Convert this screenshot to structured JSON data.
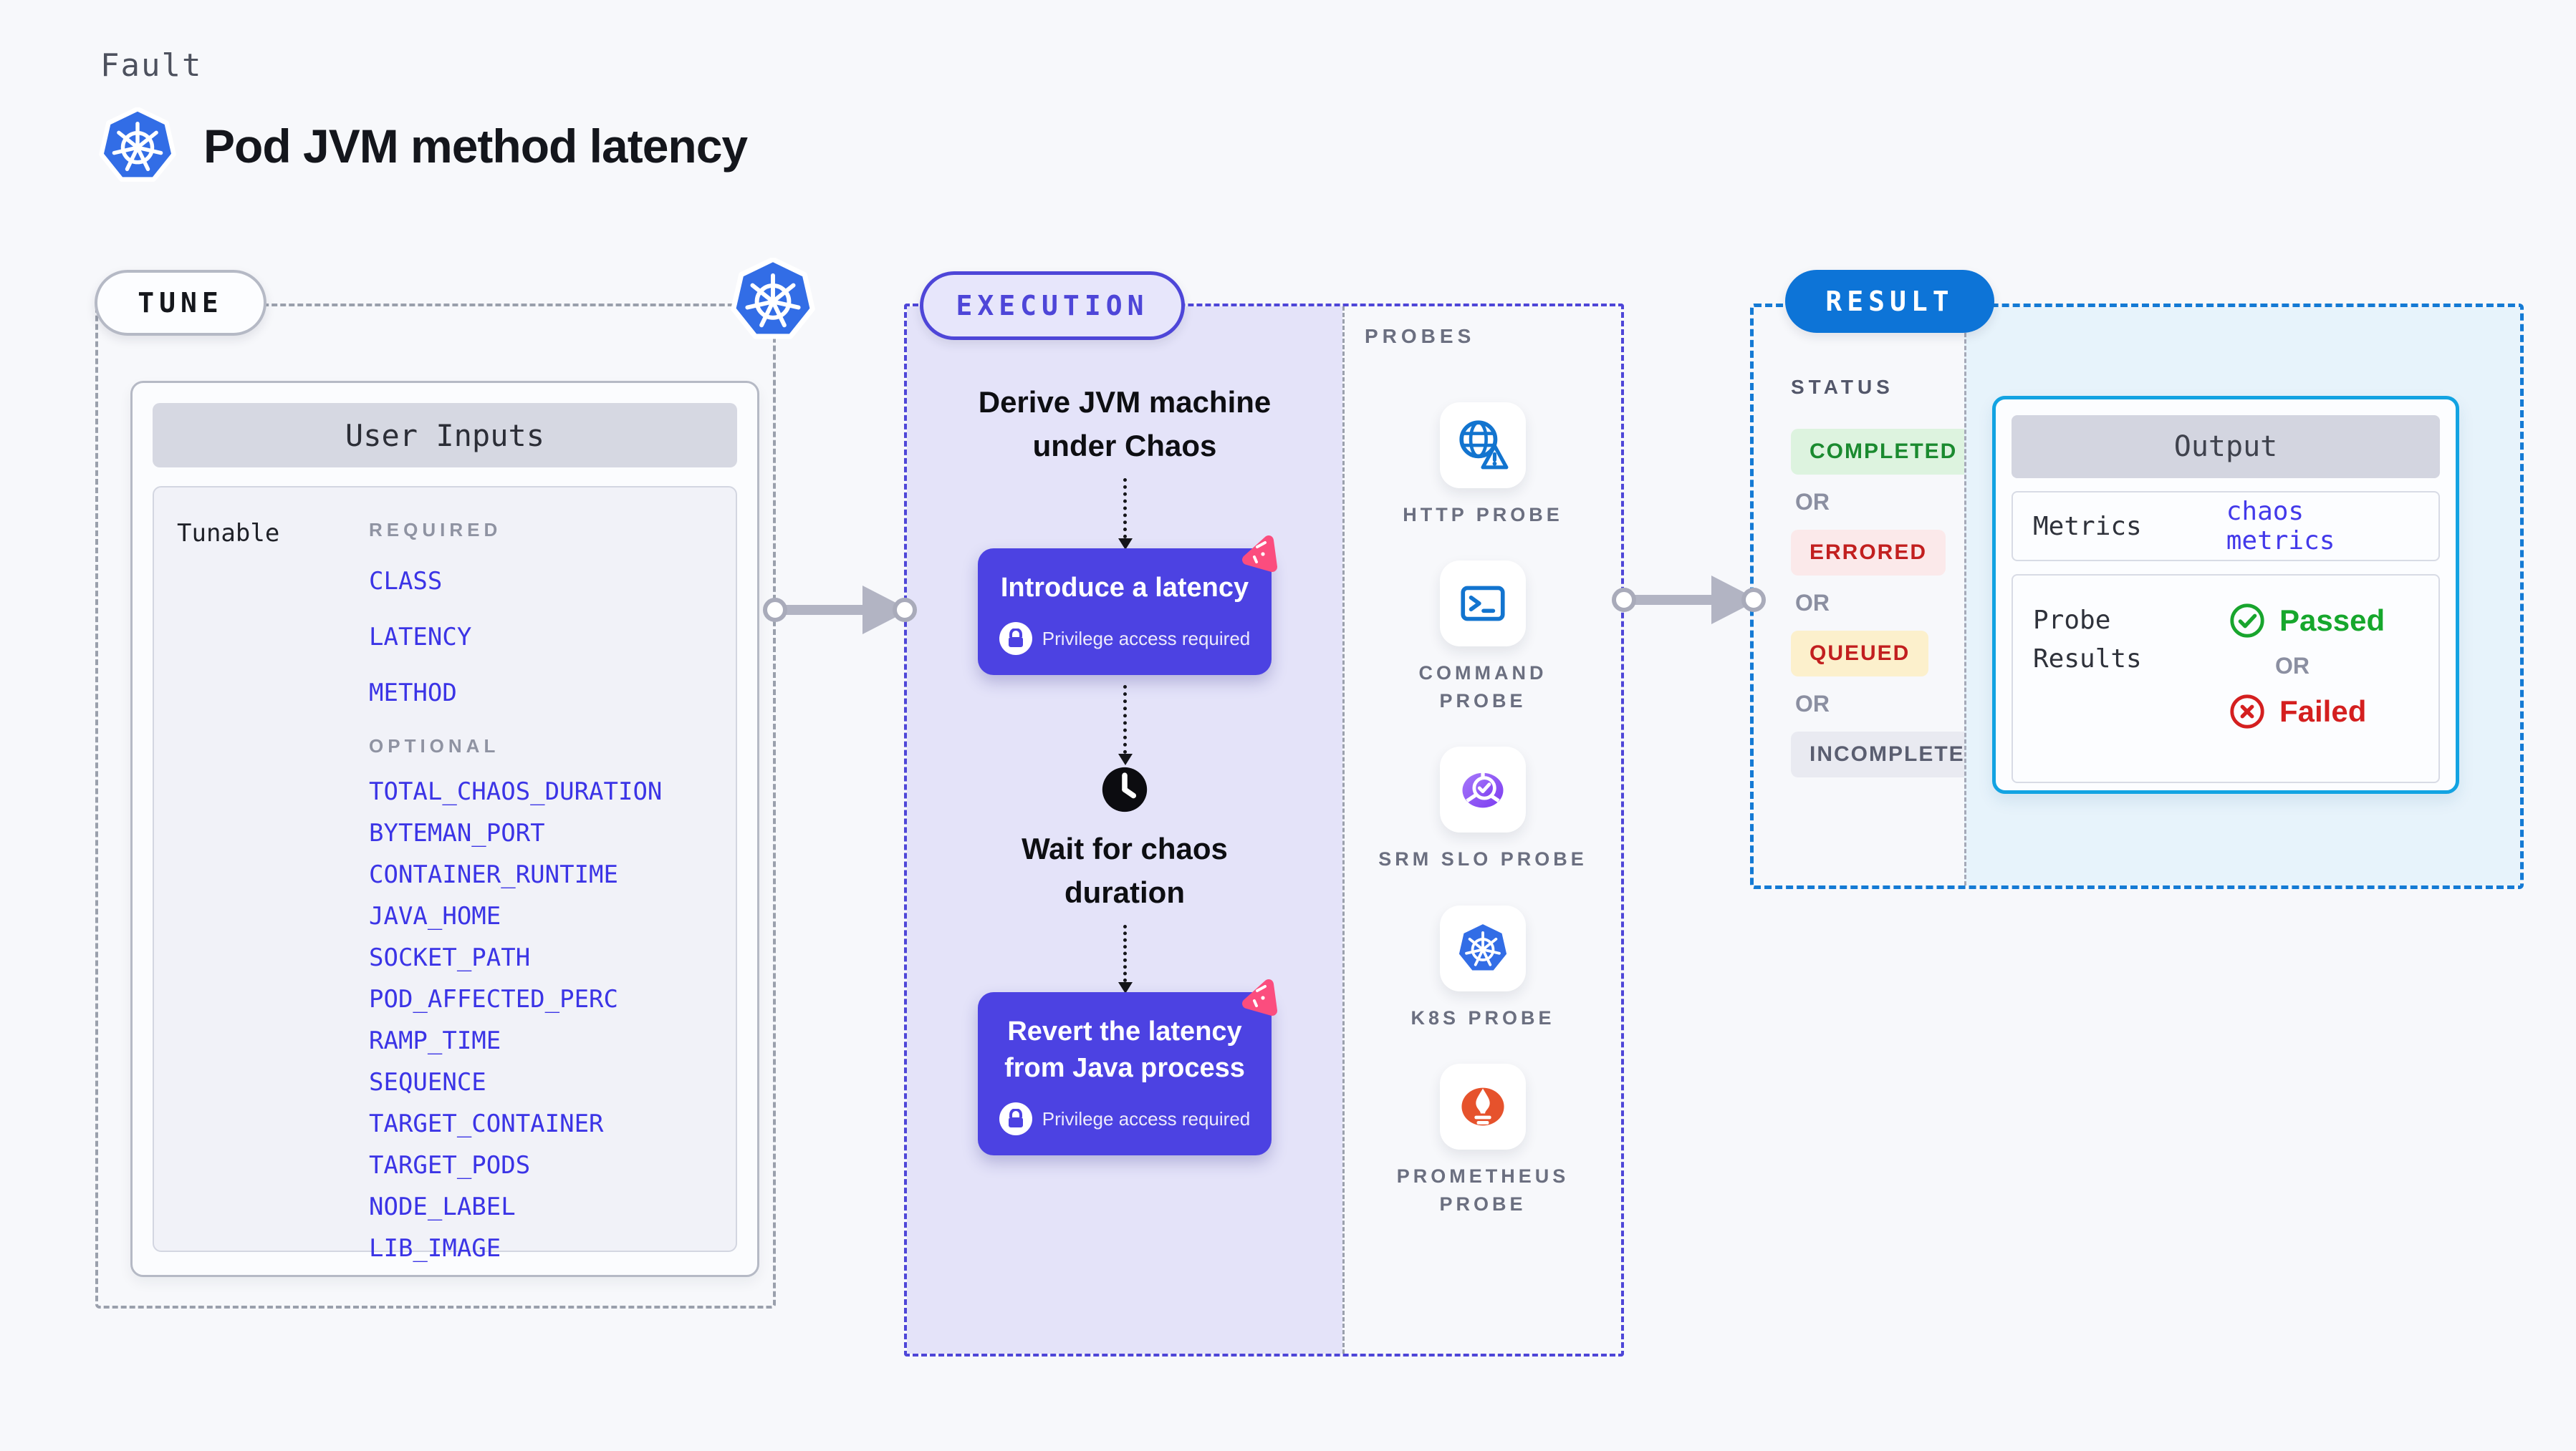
{
  "header": {
    "category_label": "Fault",
    "title": "Pod JVM method latency",
    "icon": "kubernetes-icon"
  },
  "tune": {
    "pill_label": "TUNE",
    "user_inputs_header": "User Inputs",
    "group_label": "Tunable",
    "required_section_label": "REQUIRED",
    "required_items": [
      "CLASS",
      "LATENCY",
      "METHOD"
    ],
    "optional_section_label": "OPTIONAL",
    "optional_items": [
      "TOTAL_CHAOS_DURATION",
      "BYTEMAN_PORT",
      "CONTAINER_RUNTIME",
      "JAVA_HOME",
      "SOCKET_PATH",
      "POD_AFFECTED_PERC",
      "RAMP_TIME",
      "SEQUENCE",
      "TARGET_CONTAINER",
      "TARGET_PODS",
      "NODE_LABEL",
      "LIB_IMAGE"
    ]
  },
  "execution": {
    "pill_label": "EXECUTION",
    "step1_label": "Derive JVM machine under Chaos",
    "step2_label": "Introduce a latency",
    "step2_note": "Privilege access required",
    "step3_label": "Wait for chaos duration",
    "step4_label": "Revert the latency from Java process",
    "step4_note": "Privilege access required"
  },
  "probes": {
    "header_label": "PROBES",
    "items": [
      {
        "label": "HTTP PROBE",
        "icon": "globe-alert-icon"
      },
      {
        "label": "COMMAND PROBE",
        "icon": "terminal-icon"
      },
      {
        "label": "SRM SLO PROBE",
        "icon": "slo-gauge-icon"
      },
      {
        "label": "K8S PROBE",
        "icon": "kubernetes-icon"
      },
      {
        "label": "PROMETHEUS PROBE",
        "icon": "prometheus-icon"
      }
    ]
  },
  "result": {
    "pill_label": "RESULT",
    "status_header": "STATUS",
    "or_label": "OR",
    "statuses": [
      {
        "label": "COMPLETED",
        "text_color": "#1a8a2f",
        "bg_color": "#ddf3df"
      },
      {
        "label": "ERRORED",
        "text_color": "#c21f1f",
        "bg_color": "#fbe9ea"
      },
      {
        "label": "QUEUED",
        "text_color": "#c21f1f",
        "bg_color": "#fcf0cc"
      },
      {
        "label": "INCOMPLETED",
        "text_color": "#5a5e70",
        "bg_color": "#e9eaf1"
      }
    ],
    "output": {
      "header": "Output",
      "metrics_label": "Metrics",
      "metrics_value": "chaos metrics",
      "probe_results_label": "Probe Results",
      "passed_label": "Passed",
      "failed_label": "Failed"
    }
  },
  "colors": {
    "page_bg": "#f7f8fb",
    "indigo_accent": "#4c42e2",
    "execution_panel": "#e4e3f9",
    "result_blue": "#0d74d7",
    "output_border_cyan": "#12a3e2",
    "output_panel": "#e7f3fb",
    "link_blue": "#3b34e6",
    "kubernetes_blue": "#326de6",
    "probe_icon_blue": "#1274cf",
    "slo_purple": "#8b5cf6",
    "prometheus_orange": "#e6522c",
    "pink_badge": "#fb4d7e",
    "passed_green": "#16a72c",
    "failed_red": "#d41f1f",
    "arrow_gray": "#b2b4c3"
  }
}
